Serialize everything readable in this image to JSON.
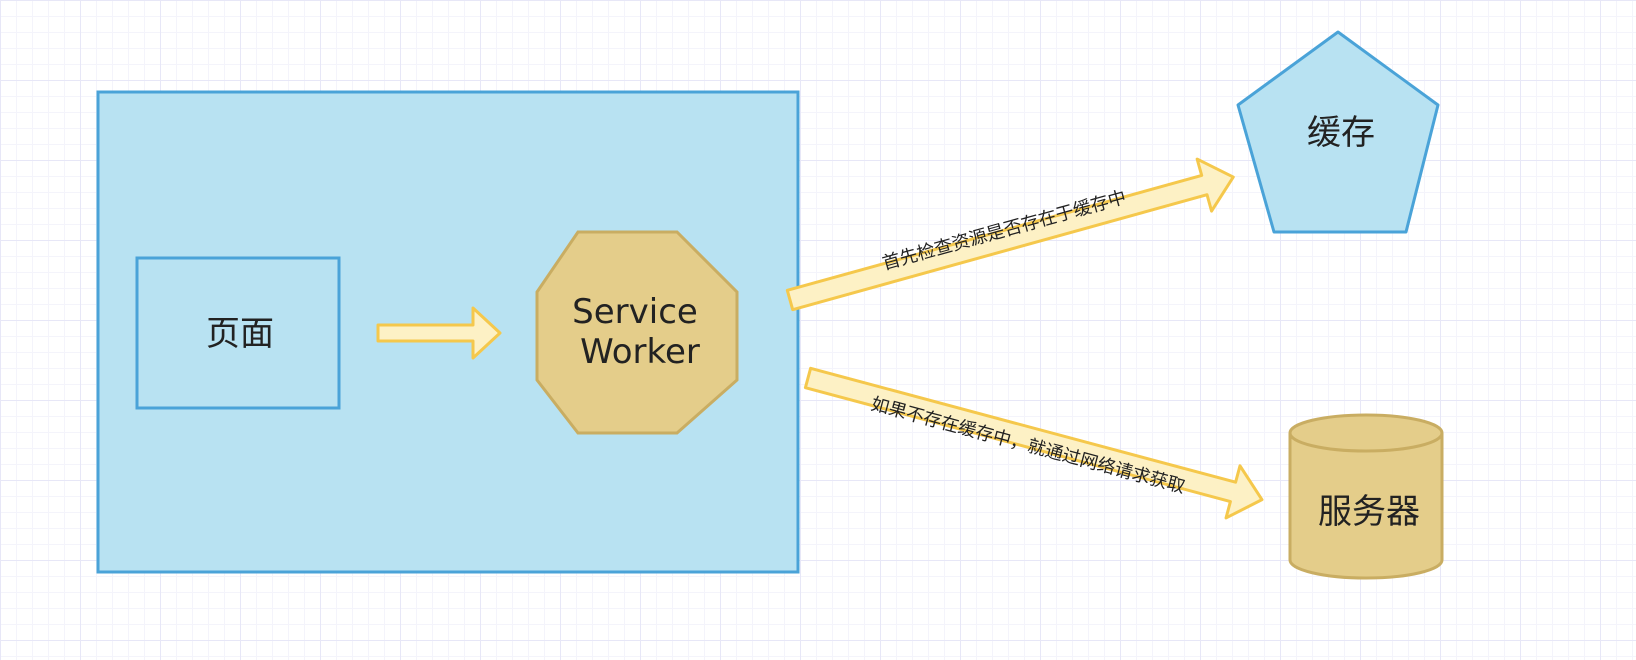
{
  "nodes": {
    "container": {
      "label": ""
    },
    "page": {
      "label": "页面"
    },
    "service_worker": {
      "line1": "Service",
      "line2": "Worker"
    },
    "cache": {
      "label": "缓存"
    },
    "server": {
      "label": "服务器"
    }
  },
  "edges": {
    "check_cache": {
      "label": "首先检查资源是否存在于缓存中"
    },
    "fetch_network": {
      "label": "如果不存在缓存中，就通过网络请求获取"
    }
  },
  "colors": {
    "blue_fill": "#b8e2f2",
    "blue_stroke": "#4aa3d8",
    "gold_fill": "#e4cd8a",
    "gold_stroke": "#c9ad62",
    "arrow_fill": "#fdf1c5",
    "arrow_stroke": "#f5c84c"
  }
}
